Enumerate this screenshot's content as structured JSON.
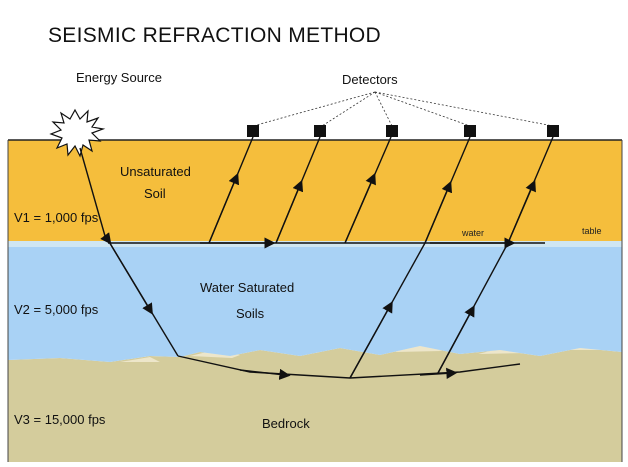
{
  "title": "SEISMIC REFRACTION METHOD",
  "energy_source_label": "Energy Source",
  "detectors_label": "Detectors",
  "layers": {
    "unsaturated": {
      "line1": "Unsaturated",
      "line2": "Soil",
      "velocity": "V1 = 1,000 fps",
      "color": "#f5be3c"
    },
    "saturated": {
      "line1": "Water Saturated",
      "line2": "Soils",
      "velocity": "V2 = 5,000 fps",
      "color": "#a9d2f5"
    },
    "bedrock": {
      "line1": "Bedrock",
      "velocity": "V3 = 15,000 fps",
      "color": "#d4cc9c"
    }
  },
  "water_table": {
    "word1": "water",
    "word2": "table"
  },
  "colors": {
    "ground_line": "#222222",
    "ray": "#111111",
    "detector": "#111111"
  }
}
